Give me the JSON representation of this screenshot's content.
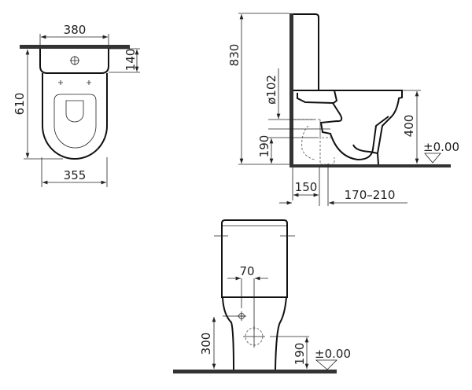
{
  "top_view": {
    "width_top": "380",
    "depth_tank": "140",
    "length": "610",
    "width_bowl": "355"
  },
  "side_view": {
    "height_total": "830",
    "outlet_diameter": "ø102",
    "outlet_height": "190",
    "seat_height": "400",
    "floor_level": "±0.00",
    "wall_to_outlet": "150",
    "outlet_range": "170–210"
  },
  "front_view": {
    "offset": "70",
    "inlet_height": "300",
    "outlet_height": "190",
    "floor_level": "±0.00"
  }
}
